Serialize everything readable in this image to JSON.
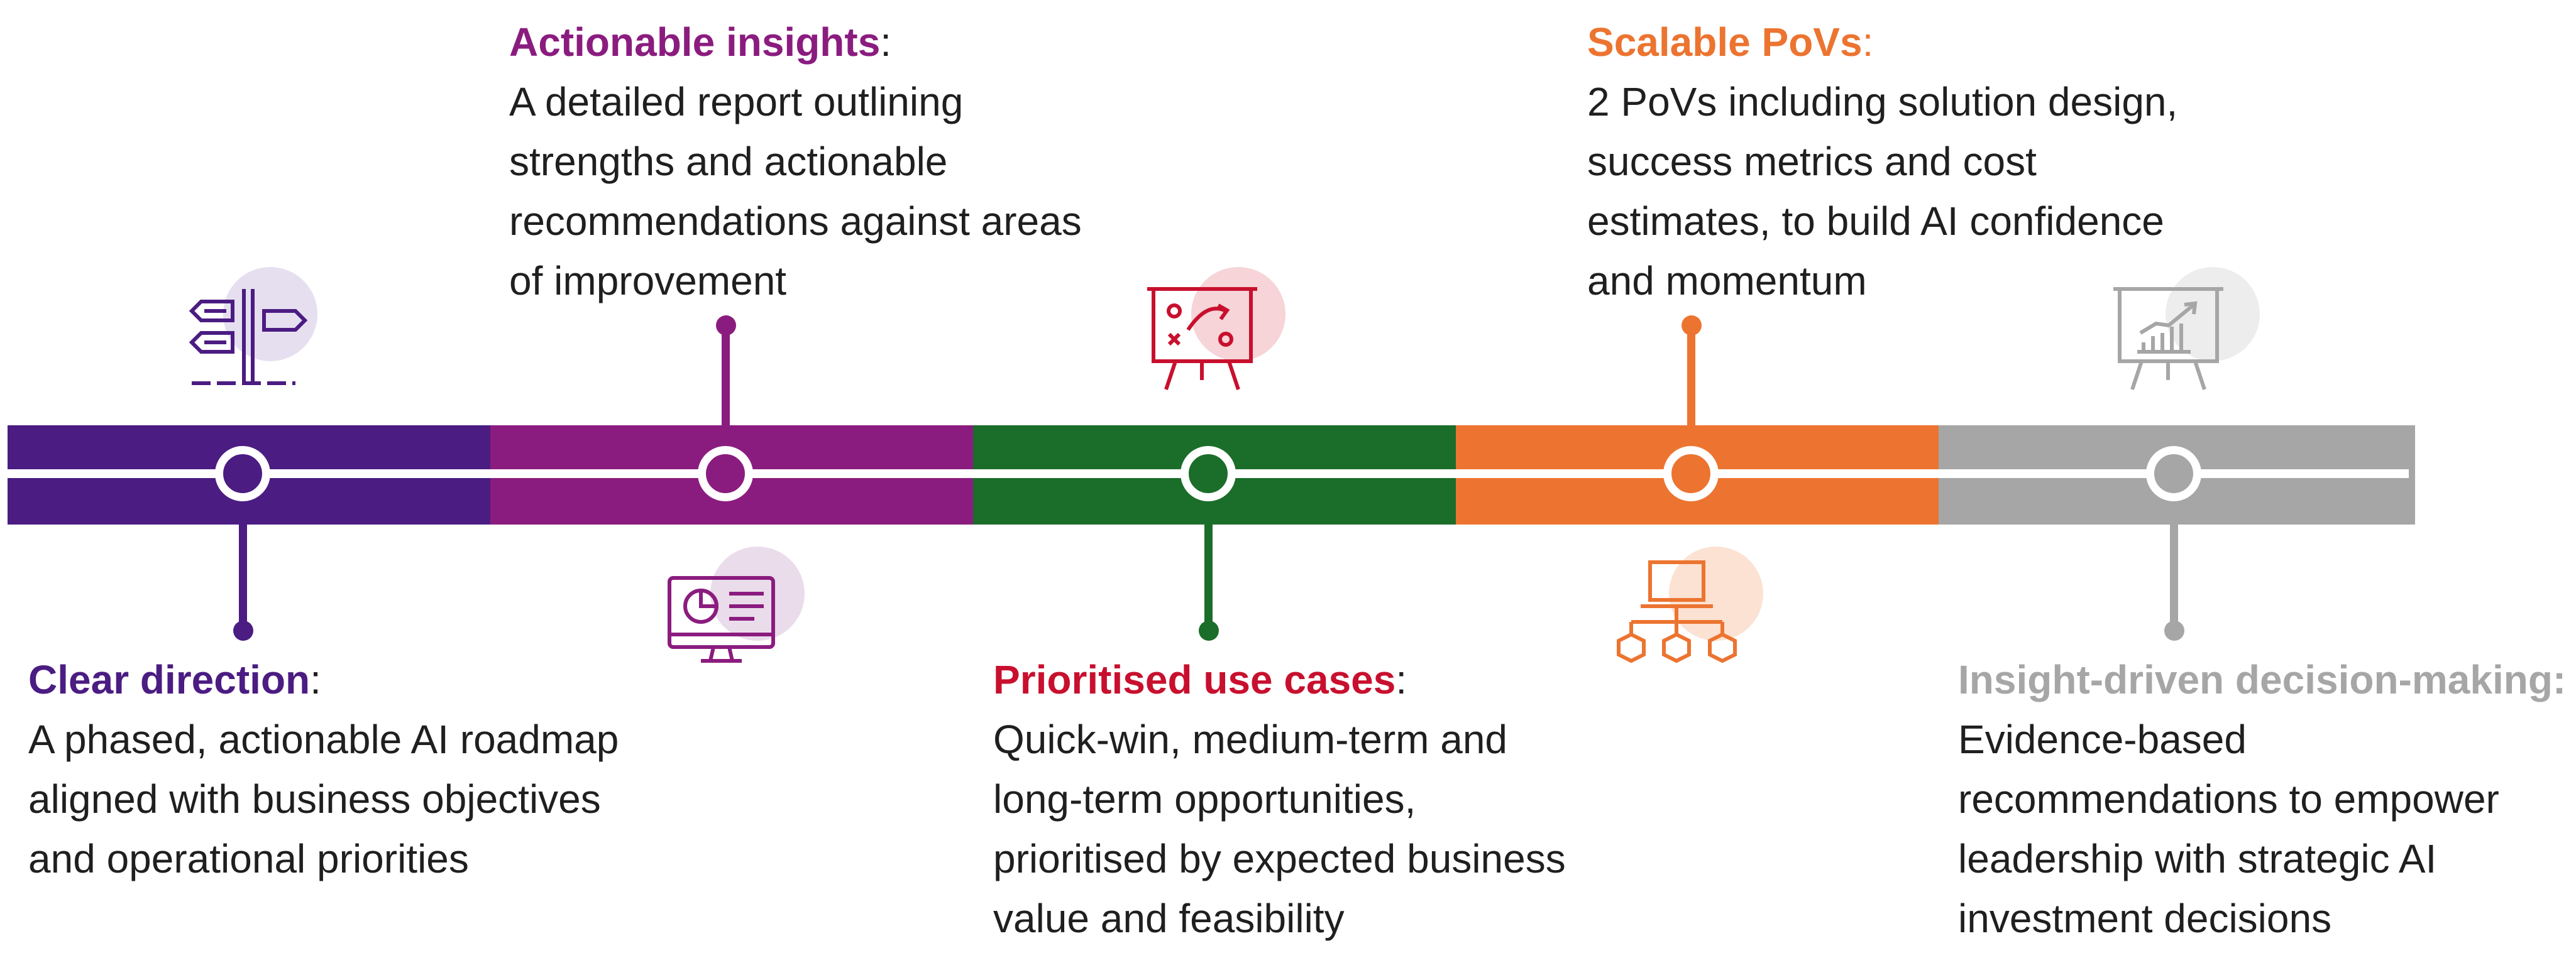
{
  "colors": {
    "purple": "#4b1c82",
    "magenta": "#8b1c7f",
    "green": "#1b6d2a",
    "orange": "#ec7430",
    "grey": "#a6a6a6",
    "red_title": "#c8102e"
  },
  "stages": [
    {
      "title": "Clear direction",
      "colon": ":",
      "description": "A phased, actionable AI roadmap\naligned with business objectives\nand operational priorities",
      "icon": "signpost-icon"
    },
    {
      "title": "Actionable insights",
      "colon": ":",
      "description": "A detailed report outlining\nstrengths and actionable\nrecommendations against areas\nof improvement",
      "icon": "monitor-chart-icon"
    },
    {
      "title": "Prioritised use cases",
      "colon": ":",
      "description": "Quick-win, medium-term and\nlong-term opportunities,\nprioritised by expected business\nvalue and feasibility",
      "icon": "strategy-board-icon"
    },
    {
      "title": "Scalable PoVs",
      "colon": ":",
      "description": "2 PoVs including solution design,\nsuccess metrics and cost\nestimates, to build AI confidence\nand momentum",
      "icon": "laptop-network-icon"
    },
    {
      "title": "Insight-driven decision-making",
      "colon": ":",
      "description": "Evidence-based\nrecommendations to empower\nleadership with strategic AI\ninvestment decisions",
      "icon": "presentation-growth-icon"
    }
  ]
}
